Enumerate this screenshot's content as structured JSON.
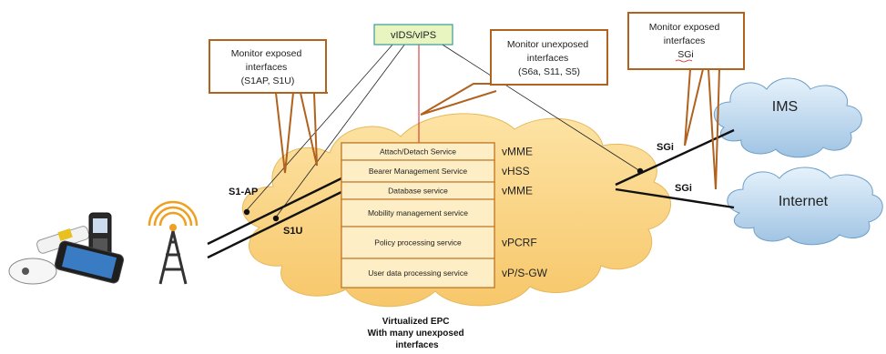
{
  "colors": {
    "cloud_fill": "#fcd88a",
    "cloud_edge": "#e6b95e",
    "callout_border": "#b0621e",
    "service_box_border": "#c07a2a",
    "vids_fill": "#e8f5c0",
    "vids_border": "#3c9a9a",
    "red_line": "#d22020",
    "blue_cloud_fill": "#bcd9ef",
    "blue_cloud_edge": "#6e9fc8"
  },
  "nodes": {
    "vids": "vIDS/vIPS",
    "ims": "IMS",
    "internet": "Internet"
  },
  "callouts": {
    "left": [
      "Monitor exposed",
      "interfaces",
      "(S1AP, S1U)"
    ],
    "middle": [
      "Monitor unexposed",
      "interfaces",
      "(S6a, S11, S5)"
    ],
    "right": [
      "Monitor exposed",
      "interfaces",
      "SGi"
    ]
  },
  "links": {
    "s1ap": "S1-AP",
    "s1u": "S1U",
    "sgi_ims": "SGi",
    "sgi_internet": "SGi"
  },
  "services": [
    {
      "label": "Attach/Detach Service",
      "function": "vMME"
    },
    {
      "label": "Bearer Management Service",
      "function": "vHSS"
    },
    {
      "label": "Database service",
      "function": "vMME"
    },
    {
      "label": "Mobility management service",
      "function": ""
    },
    {
      "label": "Policy processing service",
      "function": "vPCRF"
    },
    {
      "label": "User data processing service",
      "function": "vP/S-GW"
    }
  ],
  "caption": [
    "Virtualized EPC",
    "With many  unexposed",
    "interfaces"
  ],
  "icons": [
    "cell-tower-icon",
    "usb-modem-icon",
    "mifi-router-icon",
    "feature-phone-icon",
    "smartphone-icon"
  ]
}
